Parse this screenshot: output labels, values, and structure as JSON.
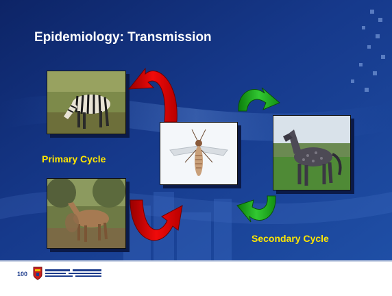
{
  "slide": {
    "title": "Epidemiology: Transmission",
    "labels": {
      "primary_cycle": "Primary Cycle",
      "secondary_cycle": "Secondary Cycle"
    },
    "images": [
      {
        "name": "zebra-photo",
        "depicts": "zebra grazing"
      },
      {
        "name": "donkey-photo",
        "depicts": "donkeys in bush"
      },
      {
        "name": "midge-photo",
        "depicts": "culicoides midge"
      },
      {
        "name": "horse-photo",
        "depicts": "horse standing in field"
      }
    ],
    "arrows": [
      {
        "name": "primary-cycle-upper-arrow",
        "color": "#e10000"
      },
      {
        "name": "primary-cycle-lower-arrow",
        "color": "#e10000"
      },
      {
        "name": "secondary-cycle-upper-arrow",
        "color": "#21b021"
      },
      {
        "name": "secondary-cycle-lower-arrow",
        "color": "#21b021"
      }
    ],
    "colors": {
      "background": "#12307a",
      "title_text": "#ffffff",
      "caption_text": "#ffe600",
      "red_arrow": "#e10000",
      "green_arrow": "#21b021"
    },
    "footer": {
      "logo_100": "100",
      "university_logo": "university-crest-logo"
    }
  }
}
